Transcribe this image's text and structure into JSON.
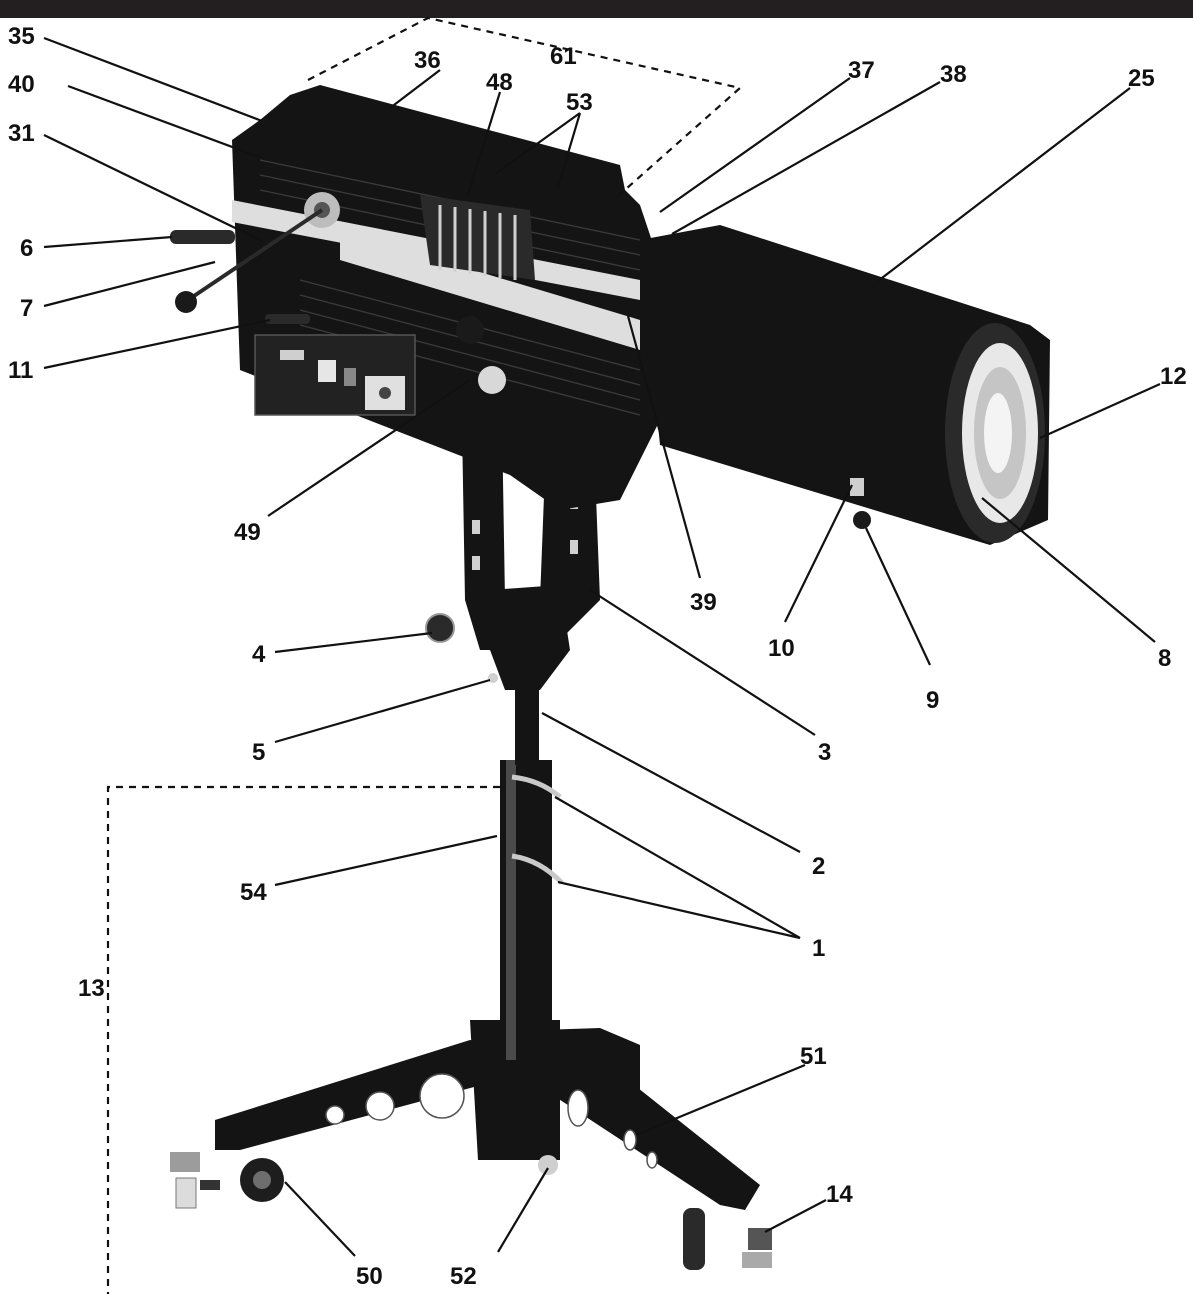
{
  "diagram": {
    "callouts": [
      {
        "id": "c35",
        "label": "35"
      },
      {
        "id": "c40",
        "label": "40"
      },
      {
        "id": "c31",
        "label": "31"
      },
      {
        "id": "c6",
        "label": "6"
      },
      {
        "id": "c7",
        "label": "7"
      },
      {
        "id": "c11",
        "label": "11"
      },
      {
        "id": "c36",
        "label": "36"
      },
      {
        "id": "c48",
        "label": "48"
      },
      {
        "id": "c53",
        "label": "53"
      },
      {
        "id": "c61",
        "label": "61"
      },
      {
        "id": "c37",
        "label": "37"
      },
      {
        "id": "c38",
        "label": "38"
      },
      {
        "id": "c25",
        "label": "25"
      },
      {
        "id": "c12",
        "label": "12"
      },
      {
        "id": "c49",
        "label": "49"
      },
      {
        "id": "c39",
        "label": "39"
      },
      {
        "id": "c10",
        "label": "10"
      },
      {
        "id": "c9",
        "label": "9"
      },
      {
        "id": "c8",
        "label": "8"
      },
      {
        "id": "c4",
        "label": "4"
      },
      {
        "id": "c3",
        "label": "3"
      },
      {
        "id": "c5",
        "label": "5"
      },
      {
        "id": "c2",
        "label": "2"
      },
      {
        "id": "c54",
        "label": "54"
      },
      {
        "id": "c1",
        "label": "1"
      },
      {
        "id": "c13",
        "label": "13"
      },
      {
        "id": "c51",
        "label": "51"
      },
      {
        "id": "c14",
        "label": "14"
      },
      {
        "id": "c50",
        "label": "50"
      },
      {
        "id": "c52",
        "label": "52"
      }
    ]
  },
  "colors": {
    "ink": "#111111",
    "topbar": "#231f20",
    "body": "#141414",
    "background": "#ffffff"
  }
}
